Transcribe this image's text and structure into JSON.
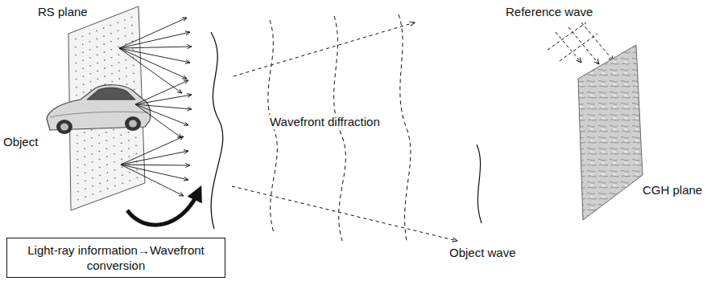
{
  "diagram": {
    "nodes": [
      {
        "text": [
          "Light-ray information→Wavefront conversion"
        ]
      }
    ],
    "labels": [
      "RS plane",
      "Object",
      "Wavefront diffraction",
      "Reference wave",
      "CGH plane",
      "Object wave"
    ]
  }
}
